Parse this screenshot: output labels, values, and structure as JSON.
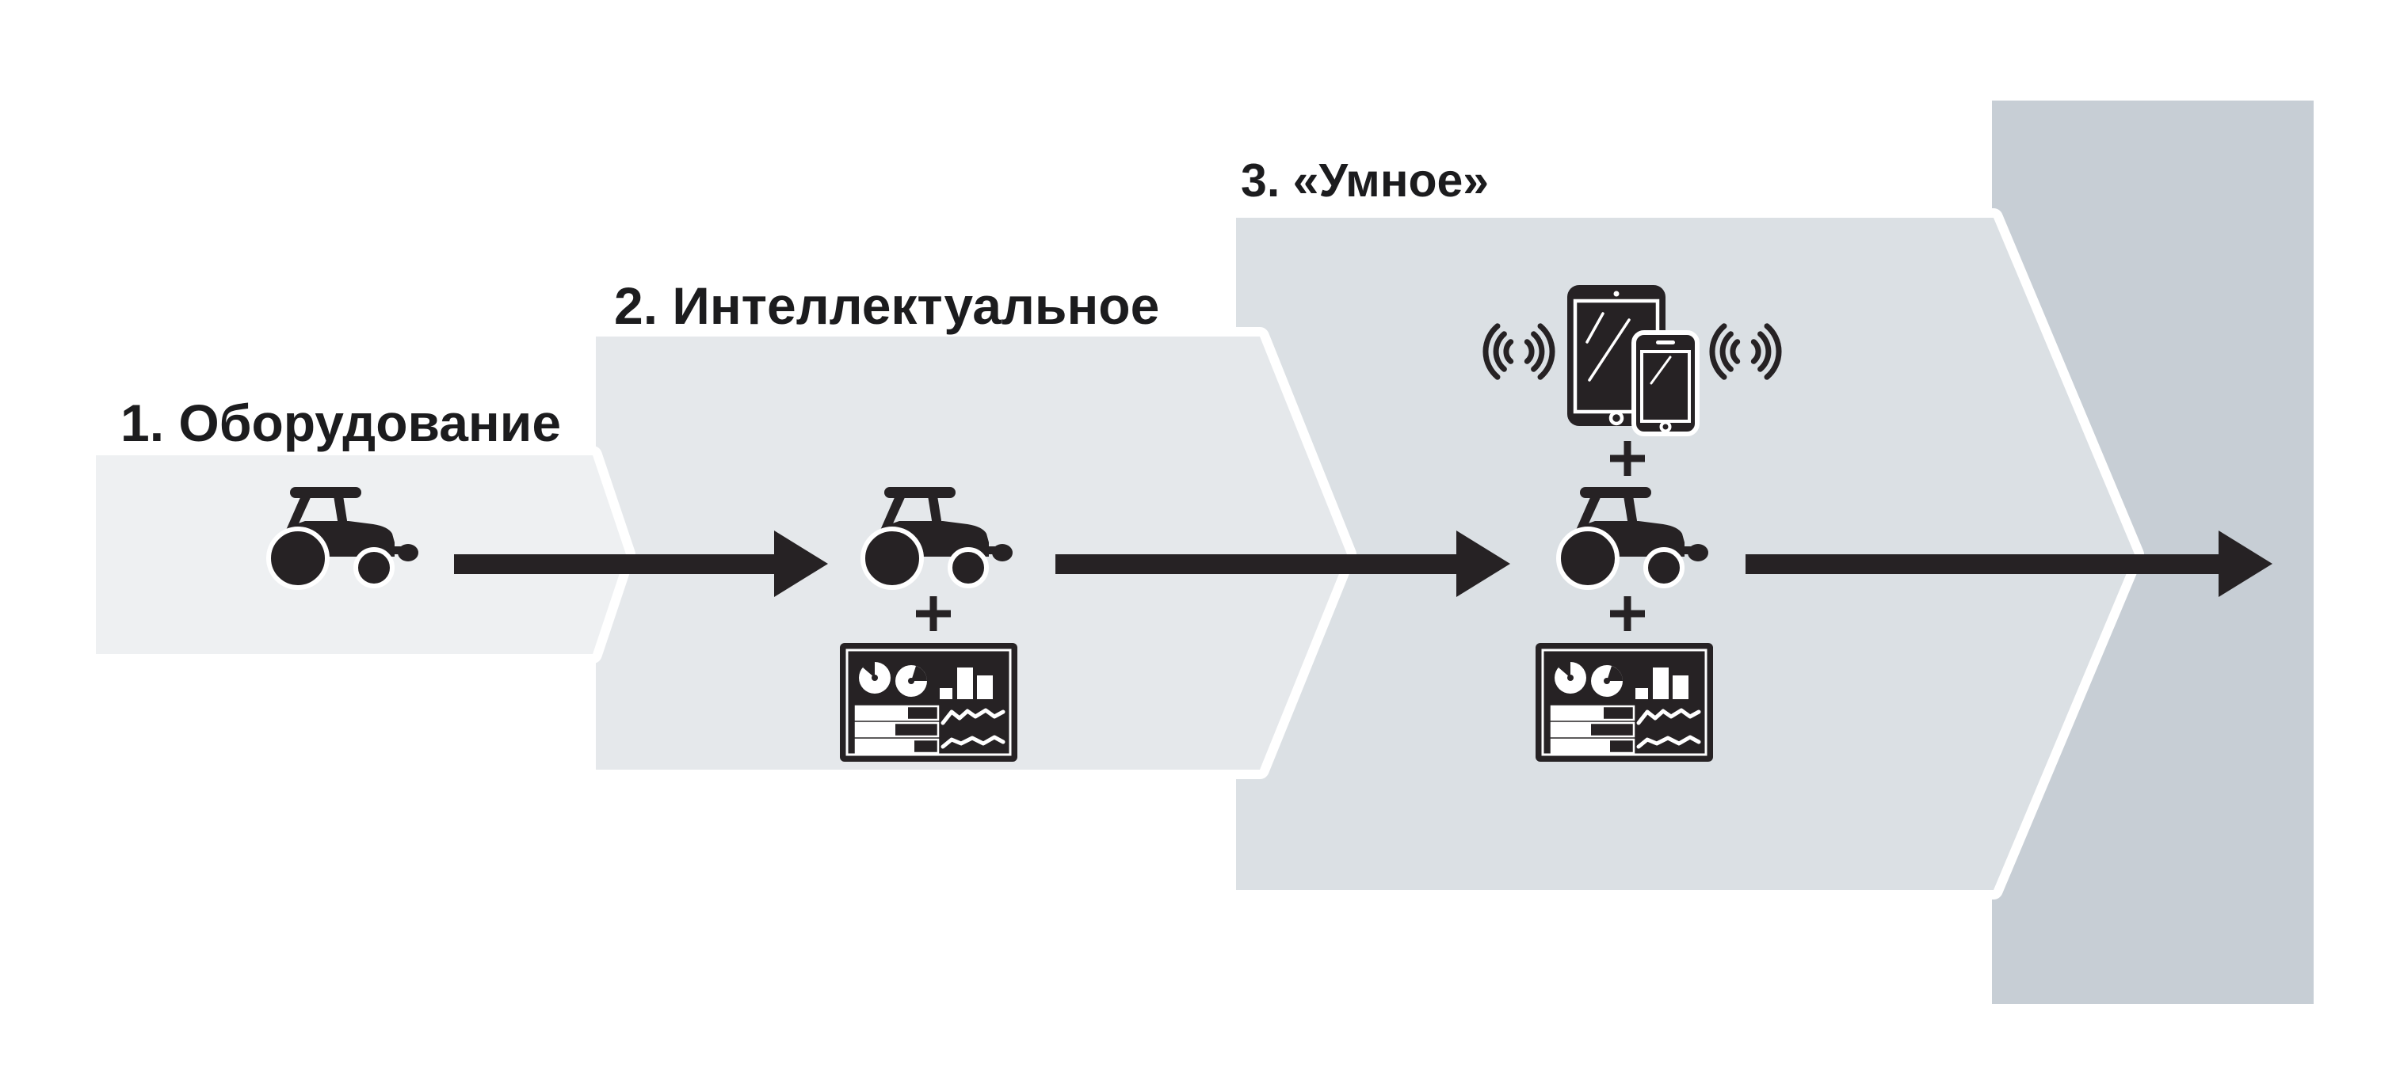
{
  "diagram": {
    "type": "process-chevron-diagram",
    "stages": [
      {
        "label": "1. Оборудование",
        "icons": [
          "tractor"
        ]
      },
      {
        "label": "2. Интеллектуальное",
        "icons": [
          "tractor",
          "plus",
          "dashboard"
        ]
      },
      {
        "label": "3. «Умное»",
        "icons": [
          "wireless-waves",
          "tablet",
          "smartphone",
          "plus",
          "tractor",
          "plus",
          "dashboard"
        ]
      }
    ],
    "plus_symbol": "+",
    "arrow_count": 3
  },
  "colors": {
    "background": "#ffffff",
    "stage1": "#eef0f2",
    "stage2": "#e5e8eb",
    "stage3": "#dbe0e4",
    "final": "#c7ced5",
    "ink": "#262224",
    "text": "#1c1c1e",
    "gap": "#ffffff"
  }
}
